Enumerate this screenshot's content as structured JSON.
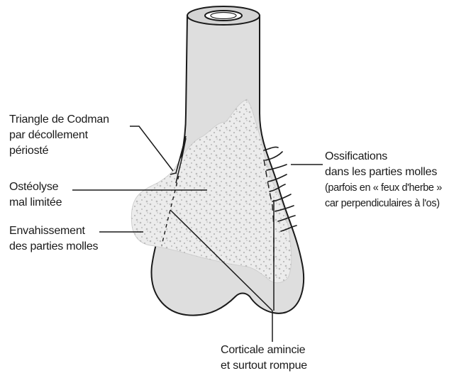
{
  "labels": {
    "codman": {
      "line1": "Triangle de Codman",
      "line2": "par décollement",
      "line3": "périosté"
    },
    "osteolyse": {
      "line1": "Ostéolyse",
      "line2": "mal limitée"
    },
    "envahissement": {
      "line1": "Envahissement",
      "line2": "des parties molles"
    },
    "ossifications": {
      "line1": "Ossifications",
      "line2": "dans les parties molles",
      "line3": "(parfois en « feux d'herbe »",
      "line4": "car perpendiculaires à l'os)"
    },
    "corticale": {
      "line1": "Corticale amincie",
      "line2": "et surtout rompue"
    }
  },
  "colors": {
    "bone_fill": "#dedede",
    "bone_outline": "#1a1a1a",
    "tumor_fill": "#ececec",
    "dots": "#b3b3b3",
    "leader_lines": "#1a1a1a"
  }
}
